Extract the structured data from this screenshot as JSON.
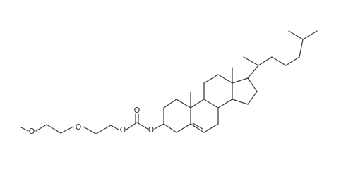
{
  "labels": {
    "o_ether_terminal": "O",
    "o_ether_middle": "O",
    "o_ester_chain": "O",
    "o_carbonyl": "O",
    "o_ester_ring": "O"
  },
  "colors": {
    "bond": "#3a3a3a",
    "label": "#2b2b2b",
    "background": "#ffffff"
  }
}
